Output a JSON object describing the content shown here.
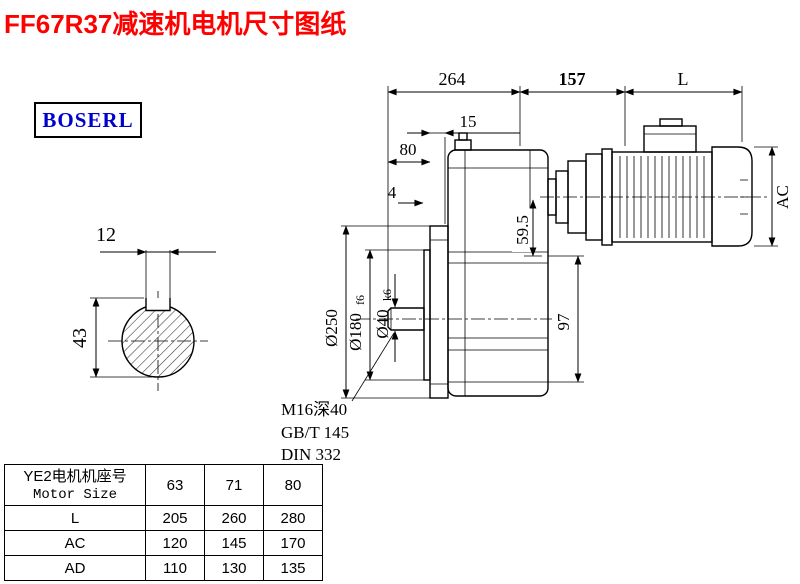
{
  "title": "FF67R37减速机电机尺寸图纸",
  "brand": "BOSERL",
  "colors": {
    "title": "#ff0000",
    "brand": "#0000cc"
  },
  "drawing": {
    "dims": {
      "d264": "264",
      "d157": "157",
      "dL": "L",
      "d15": "15",
      "d80": "80",
      "d4": "4",
      "d12": "12",
      "d43": "43",
      "d250": "Ø250",
      "d180": "Ø180",
      "d180tol": "f6",
      "d40": "Ø40",
      "d40tol": "k6",
      "d595": "59.5",
      "d97": "97",
      "dAC": "AC"
    },
    "notes": [
      "M16深40",
      "GB/T 145",
      "DIN 332"
    ]
  },
  "table": {
    "header": {
      "line1": "YE2电机机座号",
      "line2": "Motor Size"
    },
    "columns": [
      "63",
      "71",
      "80"
    ],
    "rows": [
      {
        "label": "L",
        "values": [
          "205",
          "260",
          "280"
        ]
      },
      {
        "label": "AC",
        "values": [
          "120",
          "145",
          "170"
        ]
      },
      {
        "label": "AD",
        "values": [
          "110",
          "130",
          "135"
        ]
      }
    ]
  }
}
